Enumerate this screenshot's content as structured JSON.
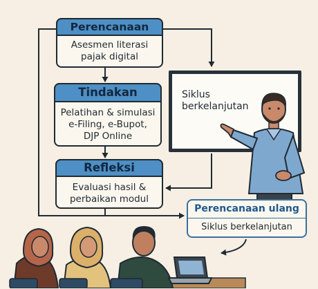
{
  "cycle": {
    "planning": {
      "title": "Perencanaan",
      "lines": [
        "Asesmen literasi",
        "pajak digital"
      ]
    },
    "action": {
      "title": "Tindakan",
      "lines": [
        "Pelatihan & simulasi",
        "e-Filing, e-Bupot,",
        "DJP Online"
      ]
    },
    "reflection": {
      "title": "Refleksi",
      "lines": [
        "Evaluasi hasil &",
        "perbaikan modul"
      ]
    },
    "replanning": {
      "title": "Perencanaan ulang",
      "subtitle": "Siklus berkelanjutan"
    }
  },
  "board": {
    "lines": [
      "Siklus",
      "berkelanjutan"
    ]
  },
  "icons": [
    "presenter-illustration",
    "audience-illustration",
    "laptop-icon"
  ],
  "colors": {
    "background": "#f7efe3",
    "header_blue": "#4e8fc5",
    "outline": "#1f2a33",
    "replan_blue": "#1d5a8e"
  }
}
